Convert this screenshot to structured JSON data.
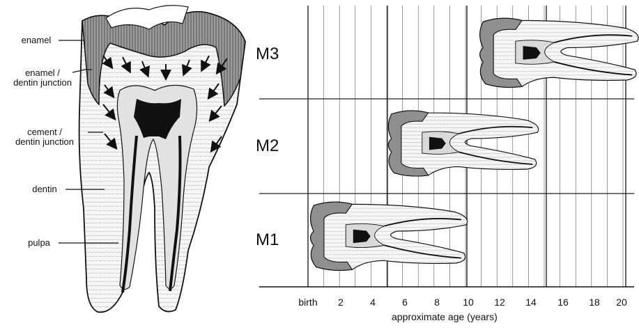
{
  "tooth_labels": {
    "enamel": "enamel",
    "enamel_dentin_1": "enamel /",
    "enamel_dentin_2": "dentin junction",
    "cement_dentin_1": "cement /",
    "cement_dentin_2": "dentin junction",
    "dentin": "dentin",
    "pulpa": "pulpa"
  },
  "rows": [
    "M3",
    "M2",
    "M1"
  ],
  "x_ticks": [
    "birth",
    "2",
    "4",
    "6",
    "8",
    "10",
    "12",
    "14",
    "16",
    "18",
    "20"
  ],
  "x_title": "approximate age (years)",
  "colors": {
    "ink": "#111111",
    "enamel": "#8c8c8c",
    "pulp": "#111111",
    "dentin_fill": "#ececec",
    "grid": "#444444"
  }
}
